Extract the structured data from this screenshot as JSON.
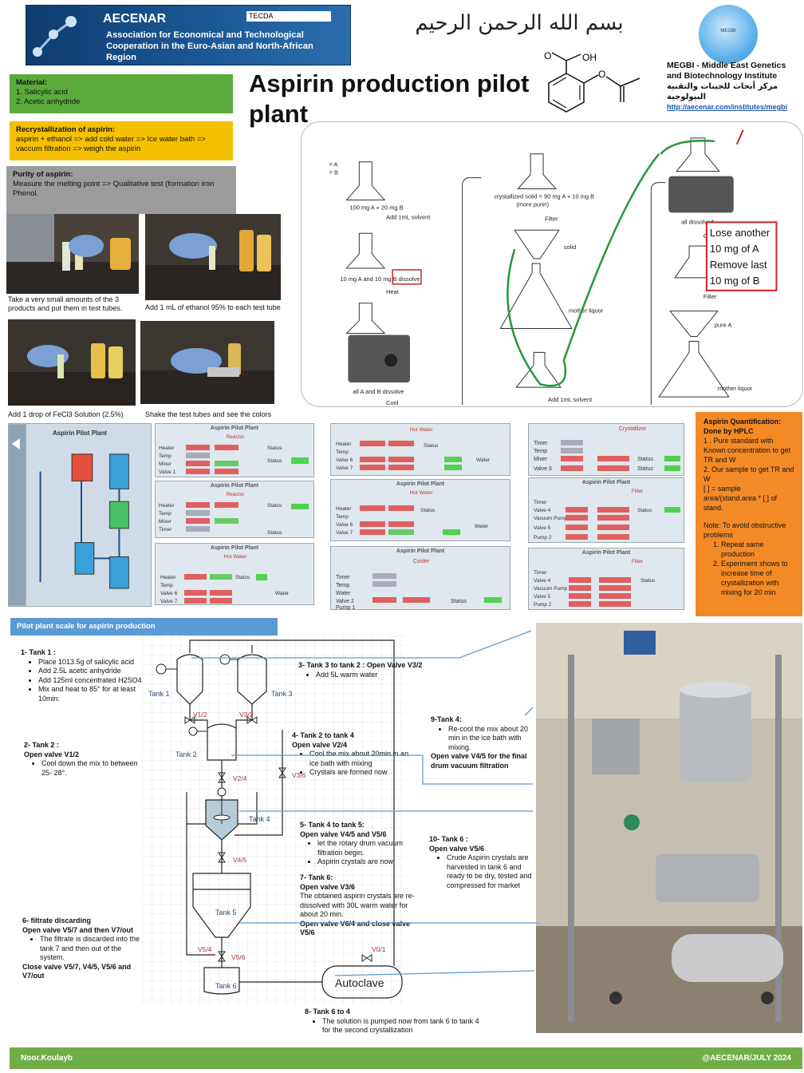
{
  "header": {
    "org_name": "AECENAR",
    "org_full": "Association for Economical and Technological Cooperation in the Euro-Asian and North-African Region",
    "tecda": "TECDA",
    "basmala": "بسم الله الرحمن الرحيم",
    "megbi_logo_text": "MEGBI",
    "megbi_name": "MEGBI - Middle East Genetics and Biotechnology Institute",
    "megbi_arabic": "مركز أبحاث للجينات والتقنية البيولوجية",
    "megbi_url": "http://aecenar.com/institutes/megbi"
  },
  "title": "Aspirin production pilot plant",
  "molecule": {
    "cooh": "OH",
    "o": "O"
  },
  "material": {
    "heading": "Material:",
    "items": [
      "1. Salicylic acid",
      "2. Acetic anhydride"
    ]
  },
  "recrystallization": {
    "heading": "Recrystallization of aspirin:",
    "text": "aspirin + ethanol => add cold water => Ice water bath => vaccum filtration => weigh the aspirin"
  },
  "purity": {
    "heading": "Purity of aspirin:",
    "text": "Measure the melting point => Qualitative test (formation iron Phenol."
  },
  "photos": [
    "Take a very small amounts of the 3 products and put them in test tubes.",
    "Add 1 mL of ethanol 95% to each test tube",
    "Add 1 drop of FeCl3 Solution (2.5%)",
    "Shake the test tubes and see the colors"
  ],
  "flow_figure": {
    "legend_a": "= A",
    "legend_b": "= B",
    "start": "100 mg A + 20 mg B",
    "add_solvent": "Add 1mL solvent",
    "dissolve": "10 mg A and 10 mg B dissolve",
    "heat": "Heat",
    "all_dissolve": "all A and B dissolve",
    "cool": "Cool",
    "crystallized": "crystallized solid = 90 mg A + 10 mg B",
    "more_pure": "(more pure!)",
    "filter": "Filter",
    "solid": "solid",
    "mother_liquor": "mother liquor",
    "add_solvent_2": "Add 1mL solvent",
    "all_dissolved": "all dissolved",
    "cool2": "Cool",
    "lose_note": [
      "Lose another",
      "10 mg of A",
      "Remove last",
      "10 mg of B"
    ],
    "filter2": "Filter",
    "pure_a": "pure A",
    "mother_liquor_2": "mother liquor"
  },
  "hplc": {
    "heading": "Aspirin Quantification: Done by HPLC",
    "p1": "1 . Pure standard with Known concentration to get TR and W",
    "p2": "2. Our sample to get TR and W",
    "p3": "[ ] = sample area/(stand.area * [ ] of stand.",
    "note": "Note: To avoid obstructive problems",
    "items": [
      "Repeat same production",
      "Experiment shows to increase time of crystallization with mixing for 20 min"
    ]
  },
  "screens": {
    "main_title": "Aspirin Pilot Plant",
    "reactor": "Reactor",
    "hot_water": "Hot Water",
    "crystallizer": "Crystallizer",
    "filter": "Filter",
    "cooler": "Cooler",
    "labels_heater": "Heater",
    "labels_temp": "Temp",
    "labels_mixer": "Mixer",
    "labels_timer": "Timer",
    "labels_valve1": "Valve 1",
    "labels_valve2": "Valve 2",
    "labels_valve3": "Valve 3",
    "labels_valve4": "Valve 4",
    "labels_valve5": "Valve 5",
    "labels_valve6": "Valve 6",
    "labels_valve7": "Valve 7",
    "labels_pump1": "Pump 1",
    "labels_pump2": "Pump 2",
    "labels_vacuum": "Vacuum Pump",
    "labels_water": "Water",
    "labels_status": "Status"
  },
  "pilot_section": "Pilot plant scale for aspirin production",
  "steps": {
    "s1_title": "1- Tank 1 :",
    "s1_items": [
      "Place 1013.5g of salicylic acid",
      "Add 2.5L acetic anhydride",
      "Add 125ml concentrated H2SO4",
      "Mix and heat to 85° for at least 10min."
    ],
    "s2_title": "2- Tank 2 :",
    "s2_valve": "Open valve V1/2",
    "s2_items": [
      "Cool down the mix to between 25- 28°."
    ],
    "s3_title": "3- Tank 3 to tank 2 : Open Valve V3/2",
    "s3_items": [
      "Add 5L warm water"
    ],
    "s4_title": "4- Tank 2 to tank 4",
    "s4_valve": "Open valve V2/4",
    "s4_items": [
      "Cool the mix about 20min in an ice bath with mixing",
      "Crystals are formed now"
    ],
    "s5_title": "5- Tank 4 to tank 5:",
    "s5_valve": "Open valve V4/5 and V5/6",
    "s5_items": [
      "let the rotary drum vacuum filtration begin.",
      "Aspirin crystals are now"
    ],
    "s7_title": "7- Tank 6:",
    "s7_valve": "Open valve V3/6",
    "s7_text": "The obtained aspirin crystals are re-dissolved with 30L warm water for about 20 min.",
    "s7_close": "Open valve V6/4 and close valve V5/6",
    "s6_title": "6- filtrate discarding",
    "s6_valve": "Open valve V5/7 and then V7/out",
    "s6_items": [
      "The filtrate is discarded into the tank 7 and then out of the system."
    ],
    "s6_close": "Close valve V5/7, V4/5, V5/6 and V7/out",
    "s8_title": "8- Tank 6 to 4",
    "s8_items": [
      "The solution is pumped now from tank 6 to tank 4 for the second crystallization"
    ],
    "s9_title": "9-Tank 4:",
    "s9_items": [
      "Re-cool the mix about 20 min in the ice bath with mixing."
    ],
    "s9_valve": "Open valve V4/5 for the final drum vacuum filtration",
    "s10_title": "10- Tank 6 :",
    "s10_valve": "Open valve V5/6",
    "s10_items": [
      "Crude Aspirin crystals are harvested in tank 6 and ready to be dry, tested and compressed for market"
    ]
  },
  "diagram": {
    "tank1": "Tank 1",
    "tank2": "Tank 2",
    "tank3": "Tank 3",
    "tank4": "Tank 4",
    "tank5": "Tank 5",
    "tank6": "Tank 6",
    "autoclave": "Autoclave",
    "v12": "V1/2",
    "v32": "V3/2",
    "v24": "V2/4",
    "v36": "V3/6",
    "v45": "V4/5",
    "v54": "V5/4",
    "v56": "V5/6",
    "v01": "V0/1"
  },
  "footer": {
    "author": "Noor.Koulayb",
    "credit": "@AECENAR/JULY 2024"
  }
}
